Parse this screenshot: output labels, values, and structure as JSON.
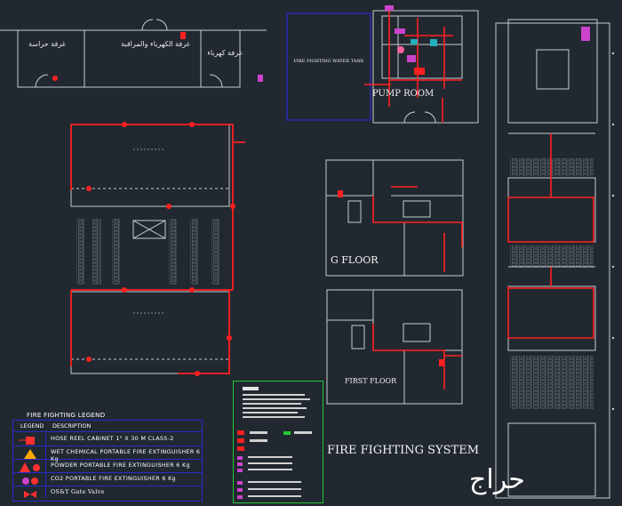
{
  "labels": {
    "pump_room": "PUMP ROOM",
    "fire_tank": "FIRE FIGHTING WATER TANK",
    "g_floor": "G FLOOR",
    "first_floor": "FIRST FLOOR",
    "system_title": "FIRE FIGHTING SYSTEM"
  },
  "arabic_rooms": {
    "room1": "غرفة حراسة",
    "room2": "غرفة الكهرباء والمراقبة",
    "room3": "غرفة كهرباء"
  },
  "legend": {
    "title": "FIRE FIGHTING LEGEND",
    "col_legend": "LEGEND",
    "col_description": "DESCRIPTION",
    "rows": [
      {
        "text": "HOSE REEL CABINET 1\" X 30 M CLASS-2",
        "color": "#ff3030",
        "icon": "hose-reel-icon"
      },
      {
        "text": "WET CHEMICAL PORTABLE FIRE EXTINGUISHER 6 Kg",
        "color": "#ffaa00",
        "icon": "wet-chemical-icon"
      },
      {
        "text": "POWDER PORTABLE FIRE EXTINGUISHER 6 Kg",
        "color": "#ff3030",
        "icon": "powder-extinguisher-icon"
      },
      {
        "text": "CO2 PORTABLE FIRE EXTINGUISHER 6 Kg",
        "color": "#cc44cc",
        "icon": "co2-extinguisher-icon"
      },
      {
        "text": "OS&Y Gate Valve",
        "color": "#ff3030",
        "icon": "gate-valve-icon"
      }
    ]
  },
  "watermark": "حراج",
  "colors": {
    "background": "#212830",
    "walls": "#c8ccd2",
    "pipe": "#ff2020",
    "legend_border": "#2a2ad0",
    "notes_border": "#22cc33",
    "tank_border": "#2a2ad0"
  }
}
